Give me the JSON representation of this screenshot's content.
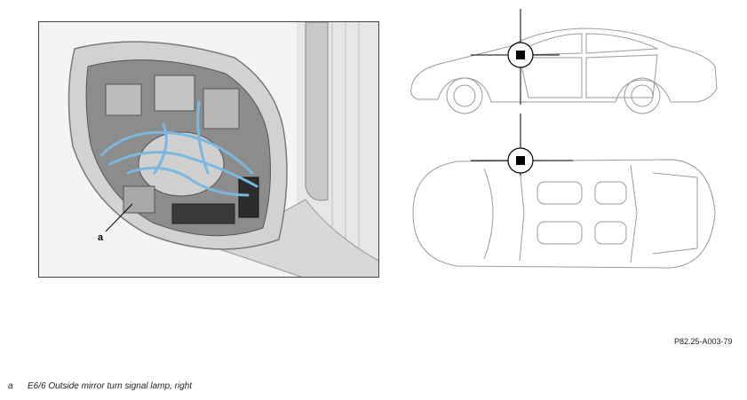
{
  "figure": {
    "callout_letter": "a",
    "reference_code": "P82.25-A003-79"
  },
  "legend": [
    {
      "key": "a",
      "text": "E6/6 Outside mirror turn signal lamp, right"
    }
  ],
  "colors": {
    "harness": "#7ab8e0",
    "locator": "#000000",
    "outline": "#9a9a9a"
  }
}
